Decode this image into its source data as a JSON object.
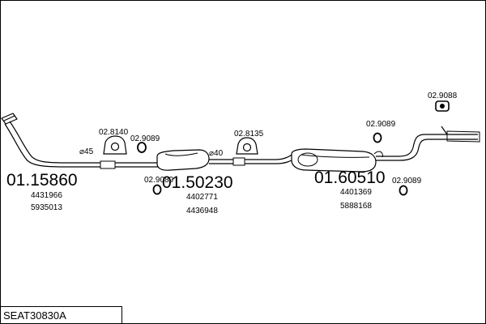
{
  "title_box": {
    "label": "SEAT30830A"
  },
  "dimensions": {
    "front_diameter": "⌀45",
    "middle_diameter": "⌀40"
  },
  "parts": {
    "front_pipe": {
      "number": "01.15860",
      "refs": [
        "4431966",
        "5935013"
      ]
    },
    "middle_silencer": {
      "number": "01.50230",
      "refs": [
        "4402771",
        "4436948"
      ]
    },
    "rear_silencer": {
      "number": "01.60510",
      "refs": [
        "4401369",
        "5888168"
      ]
    }
  },
  "accessories": {
    "hanger_front": "02.8140",
    "ring_front_top": "02.9089",
    "ring_front_bottom": "02.9089",
    "hanger_middle": "02.8135",
    "ring_rear_top": "02.9089",
    "ring_rear_bottom": "02.9089",
    "hanger_tail": "02.9088"
  }
}
